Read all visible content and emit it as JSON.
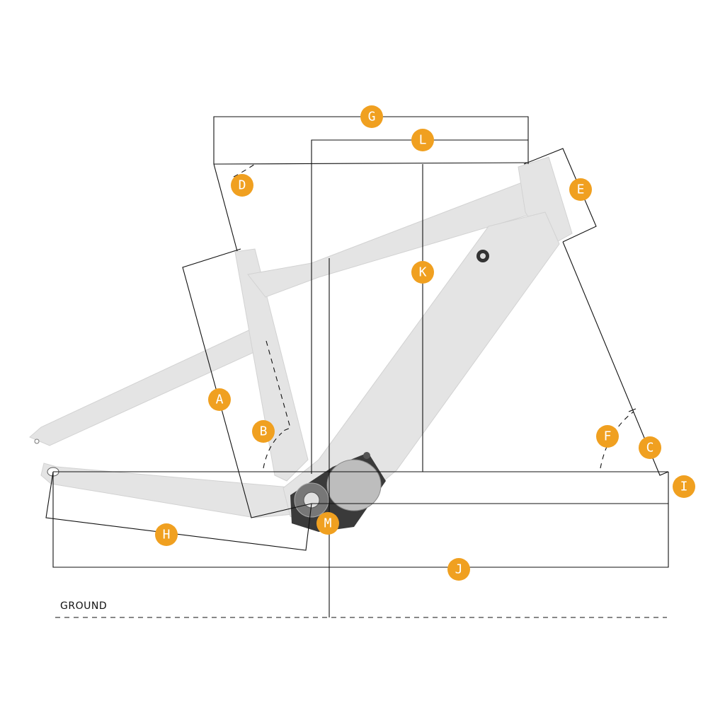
{
  "diagram": {
    "ground_label": "GROUND",
    "badge_color": "#f0a020",
    "frame_color": "#e4e4e4",
    "labels": {
      "A": "A",
      "B": "B",
      "C": "C",
      "D": "D",
      "E": "E",
      "F": "F",
      "G": "G",
      "H": "H",
      "I": "I",
      "J": "J",
      "K": "K",
      "L": "L",
      "M": "M"
    }
  }
}
